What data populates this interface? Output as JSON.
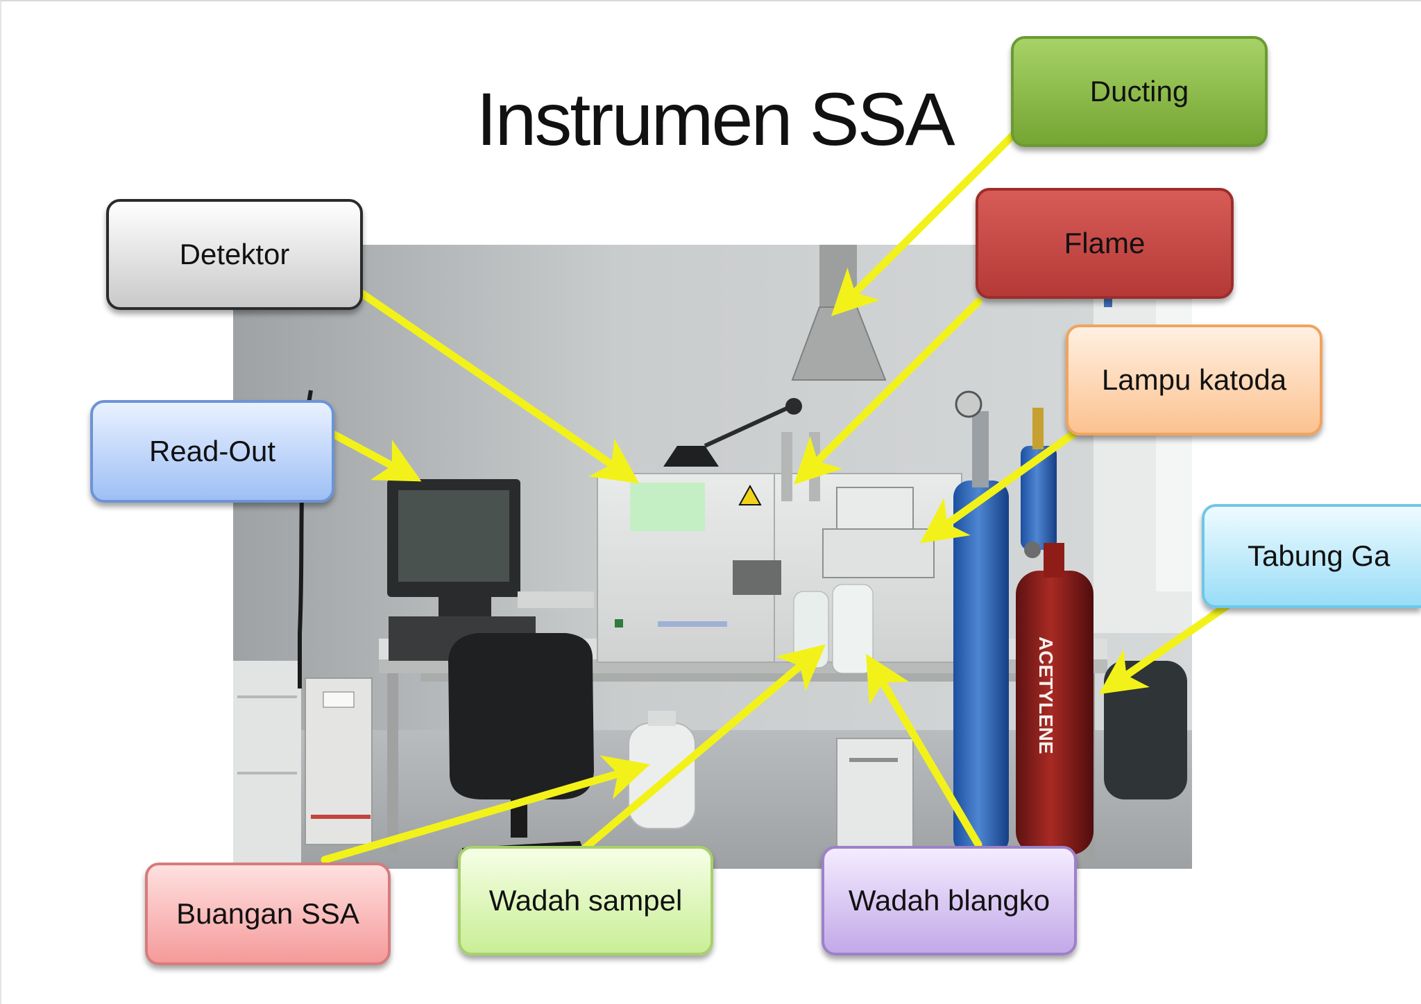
{
  "title": "Instrumen SSA",
  "labels": {
    "detektor": "Detektor",
    "read_out": "Read-Out",
    "ducting": "Ducting",
    "flame": "Flame",
    "lampu_katoda": "Lampu katoda",
    "tabung_gas": "Tabung Ga",
    "buangan_ssa": "Buangan SSA",
    "wadah_sampel": "Wadah sampel",
    "wadah_blangko": "Wadah blangko"
  },
  "photo_text": {
    "cylinder_label": "ACETYLENE"
  },
  "colors": {
    "arrow": "#f2f21a",
    "detektor": "#c9c9c9",
    "read_out": "#9ebff5",
    "ducting": "#75a533",
    "flame": "#b53a37",
    "lampu_katoda": "#fcc290",
    "tabung_gas": "#99ddf7",
    "buangan_ssa": "#f59a9a",
    "wadah_sampel": "#c9ee96",
    "wadah_blangko": "#c2a9e8"
  }
}
